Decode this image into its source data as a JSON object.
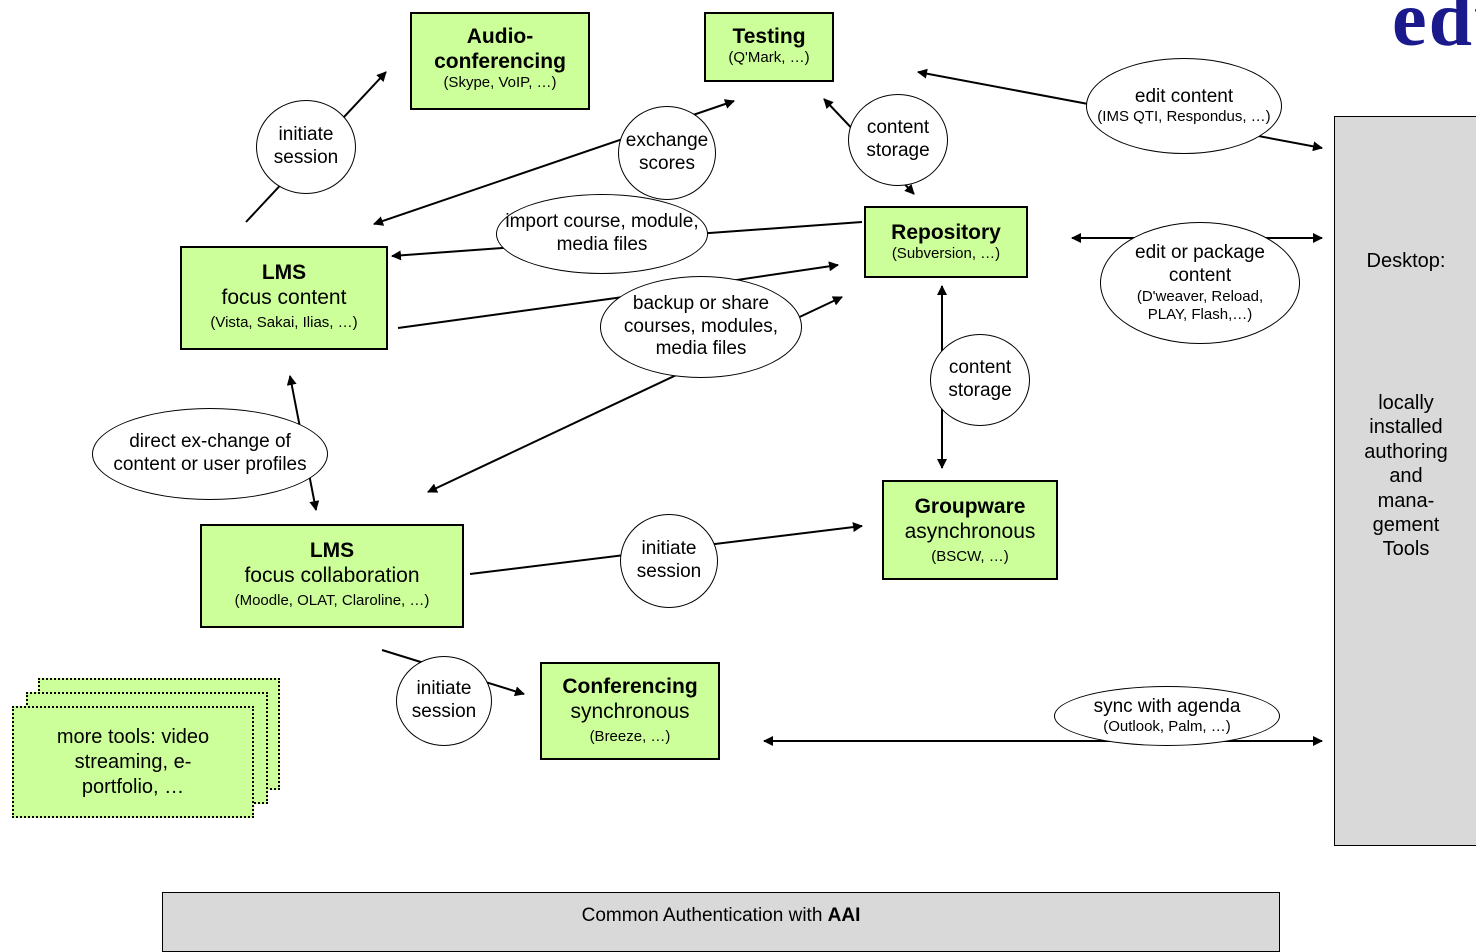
{
  "logo_text": "edu",
  "boxes": {
    "audio": {
      "title": "Audio-conferencing",
      "detail": "(Skype, VoIP, …)"
    },
    "testing": {
      "title": "Testing",
      "detail": "(Q'Mark, …)"
    },
    "repository": {
      "title": "Repository",
      "detail": "(Subversion, …)"
    },
    "lms_content": {
      "title": "LMS",
      "subtitle": "focus content",
      "detail": "(Vista, Sakai, Ilias, …)"
    },
    "lms_collab": {
      "title": "LMS",
      "subtitle": "focus collaboration",
      "detail": "(Moodle, OLAT, Claroline, …)"
    },
    "groupware": {
      "title": "Groupware",
      "subtitle": "asynchronous",
      "detail": "(BSCW, …)"
    },
    "conferencing": {
      "title": "Conferencing",
      "subtitle": "synchronous",
      "detail": "(Breeze, …)"
    }
  },
  "labels": {
    "initiate_audio": "initiate session",
    "exchange_scores": "exchange scores",
    "content_storage_testing": "content storage",
    "edit_content": "edit content",
    "edit_content_detail": "(IMS QTI, Respondus, …)",
    "import_course": "import course, module, media files",
    "edit_package": "edit or package content",
    "edit_package_detail": "(D'weaver, Reload, PLAY, Flash,…)",
    "backup_share": "backup or share courses, modules, media files",
    "content_storage_groupware": "content storage",
    "direct_exchange": "direct ex-change of content or user profiles",
    "initiate_groupware": "initiate session",
    "initiate_conf": "initiate session",
    "sync_agenda": "sync with agenda",
    "sync_agenda_detail": "(Outlook, Palm, …)"
  },
  "more_tools": "more tools: video streaming, e-portfolio, …",
  "desktop": {
    "title": "Desktop:",
    "lines": [
      "locally",
      "installed",
      "authoring",
      "and",
      "mana-",
      "gement",
      "Tools"
    ]
  },
  "footer": {
    "prefix": "Common Authentication with ",
    "strong": "AAI"
  }
}
